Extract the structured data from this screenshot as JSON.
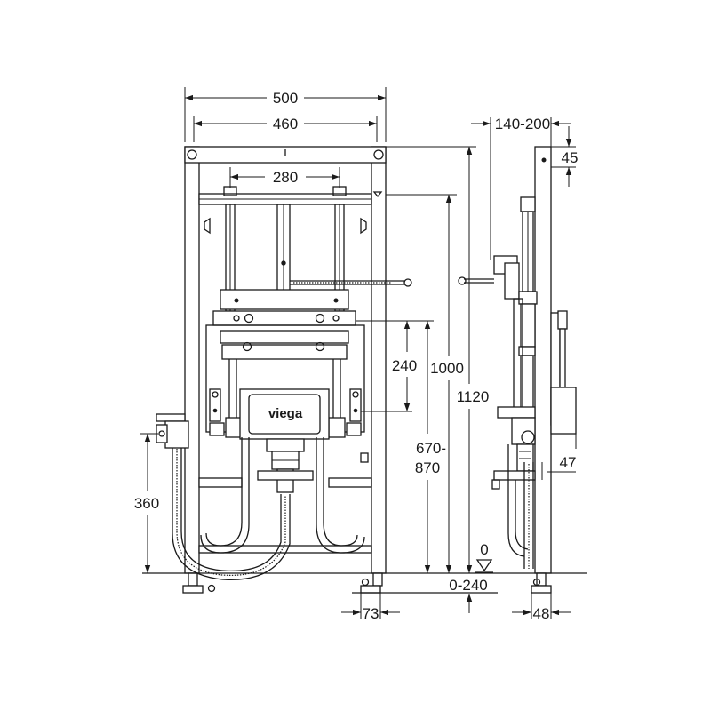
{
  "diagram": {
    "logo": "viega",
    "front_view": {
      "dims": {
        "overall_width": "500",
        "frame_width": "460",
        "bolt_spacing": "280",
        "height_total": "1000",
        "height_frame": "1120",
        "inlet_spacing": "240",
        "seat_height_line1": "670-",
        "seat_height_line2": "870",
        "drain_height": "360",
        "foot_offset": "73",
        "floor_zero": "0",
        "foot_adjust": "0-240"
      }
    },
    "side_view": {
      "dims": {
        "depth_range": "140-200",
        "top_offset": "45",
        "panel_offset": "47",
        "foot_depth": "48"
      }
    }
  }
}
